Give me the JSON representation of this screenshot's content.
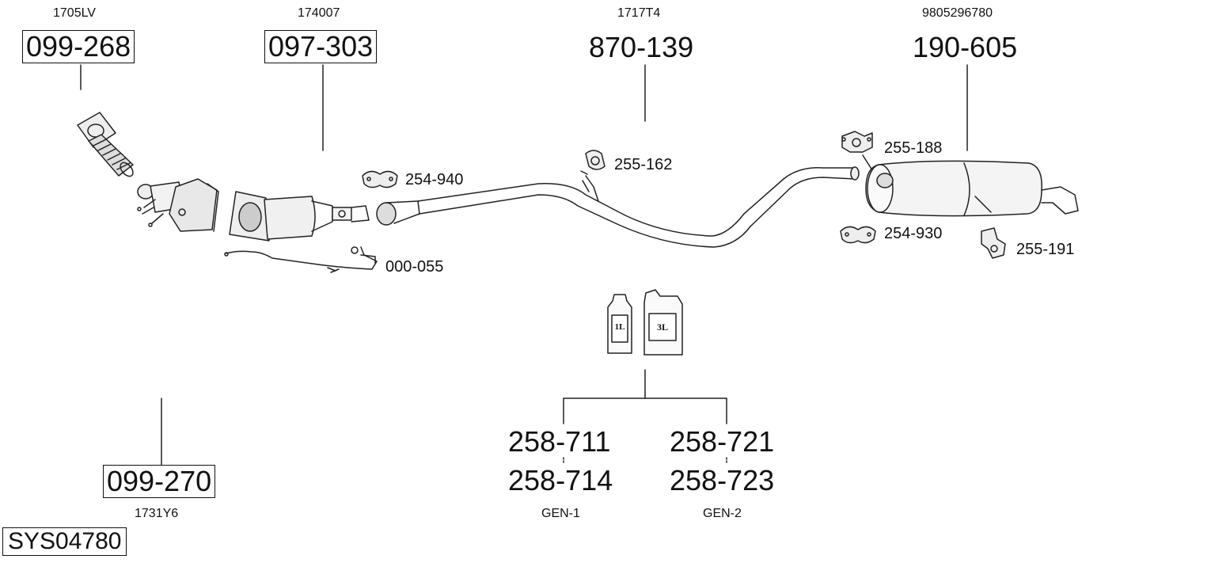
{
  "system_code": "SYS04780",
  "parts": [
    {
      "id": "p1",
      "number": "099-268",
      "oem": "1705LV",
      "boxed": true
    },
    {
      "id": "p2",
      "number": "097-303",
      "oem": "174007",
      "boxed": true
    },
    {
      "id": "p3",
      "number": "870-139",
      "oem": "1717T4",
      "boxed": false
    },
    {
      "id": "p4",
      "number": "190-605",
      "oem": "9805296780",
      "boxed": false
    },
    {
      "id": "p5",
      "number": "099-270",
      "oem": "1731Y6",
      "boxed": true
    }
  ],
  "small_labels": {
    "clamp_front": "254-940",
    "rubber_mid": "255-162",
    "sensor": "000-055",
    "rubber_rear": "255-188",
    "clamp_rear": "254-930",
    "bracket_rear": "255-191"
  },
  "bottles": {
    "small": "1L",
    "large": "3L"
  },
  "gen": [
    {
      "top": "258-711",
      "bottom": "258-714",
      "name": "GEN-1"
    },
    {
      "top": "258-721",
      "bottom": "258-723",
      "name": "GEN-2"
    }
  ]
}
